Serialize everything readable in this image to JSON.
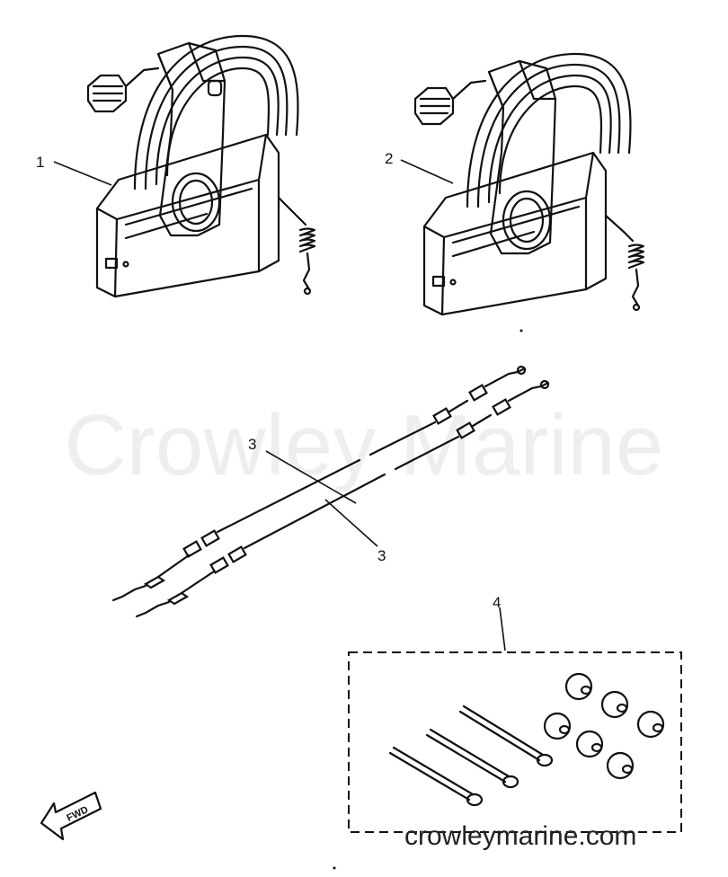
{
  "watermark": "Crowley Marine",
  "site": "crowleymarine.com",
  "fwd_label": "FWD",
  "callouts": {
    "c1": "1",
    "c2": "2",
    "c3a": "3",
    "c3b": "3",
    "c4": "4"
  },
  "icons": {
    "forward-arrow": "fwd-arrow-icon"
  }
}
